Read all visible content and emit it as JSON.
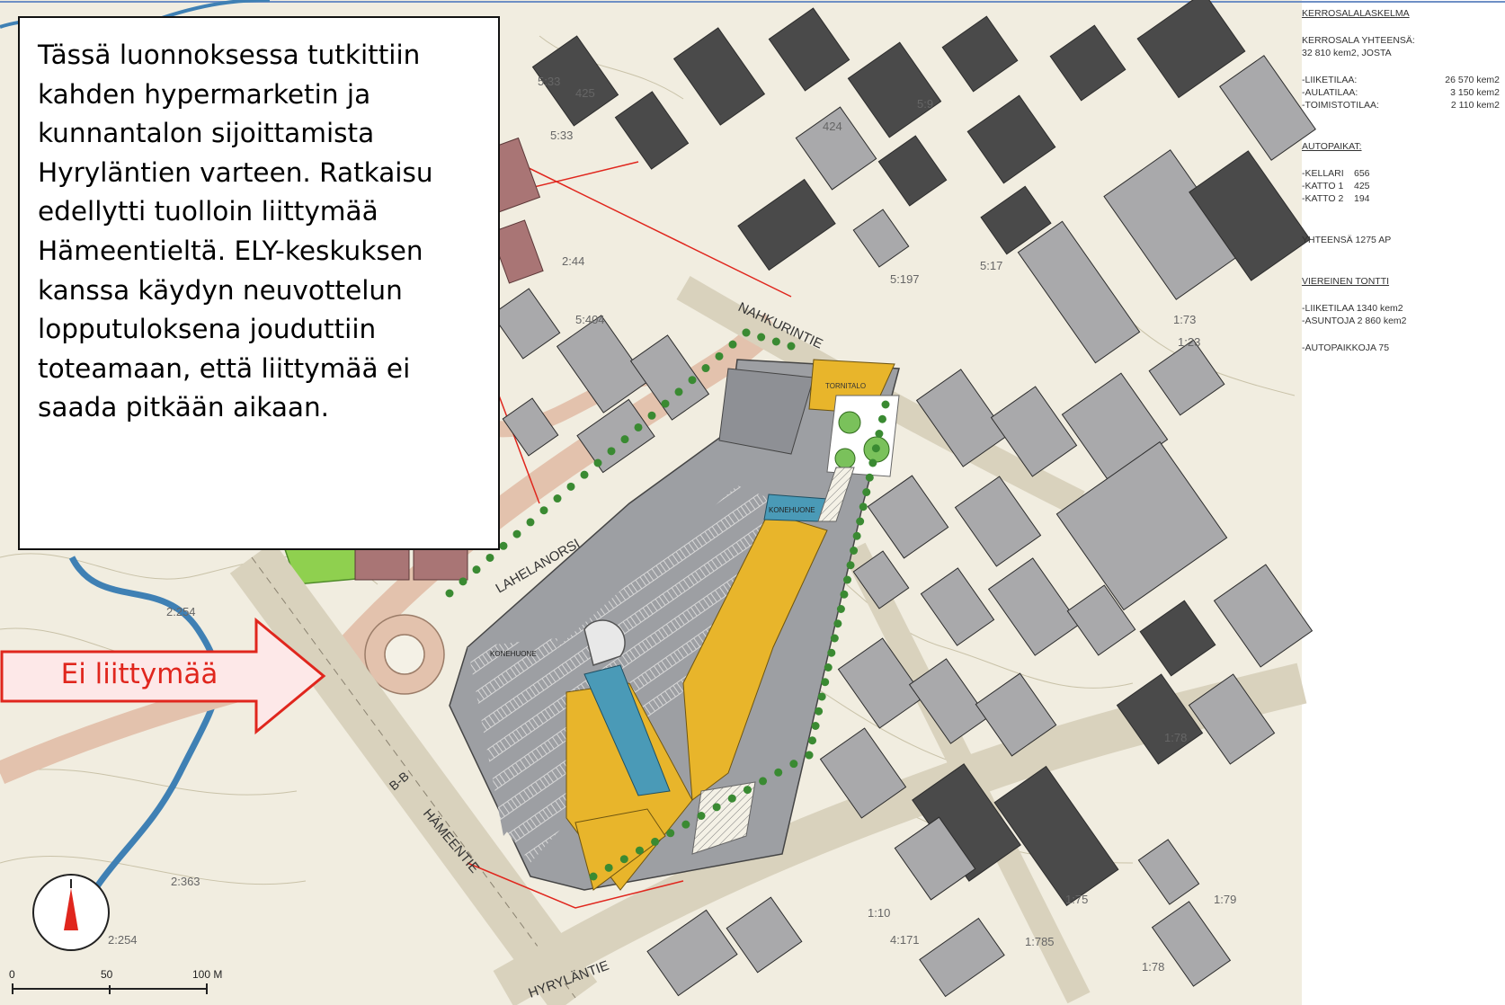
{
  "callout": {
    "text": "Tässä luonnoksessa tutkittiin kahden hypermarketin ja kunnantalon sijoittamista Hyryläntien varteen. Ratkaisu edellytti tuolloin liittymää Hämeentieltä. ELY-keskuksen kanssa käydyn neuvottelun lopputuloksena jouduttiin toteamaan, että liittymää ei saada pitkään aikaan."
  },
  "arrow": {
    "label": "Ei liittymää",
    "fill": "#fde8e8",
    "stroke": "#e0261d"
  },
  "panel": {
    "title": "KERROSALALASKELMA",
    "total_line1": "KERROSALA YHTEENSÄ:",
    "total_line2": "32 810 kem2, JOSTA",
    "areas": [
      {
        "label": "-LIIKETILAA:",
        "value": "26 570 kem2"
      },
      {
        "label": "-AULATILAA:",
        "value": "3 150 kem2"
      },
      {
        "label": "-TOIMISTOTILAA:",
        "value": "2 110 kem2"
      }
    ],
    "parking_title": "AUTOPAIKAT:",
    "parking": [
      {
        "label": "-KELLARI",
        "value": "656"
      },
      {
        "label": "-KATTO 1",
        "value": "425"
      },
      {
        "label": "-KATTO 2",
        "value": "194"
      }
    ],
    "parking_total": "YHTEENSÄ 1275 AP",
    "neighbor_title": "VIEREINEN TONTTI",
    "neighbor": [
      "-LIIKETILAA 1340 kem2",
      "-ASUNTOJA 2 860 kem2"
    ],
    "neighbor_parking": "-AUTOPAIKKOJA 75"
  },
  "map_labels": {
    "street_nahkurintie": "NAHKURINTIE",
    "street_lahelanorsi": "LAHELANORSI",
    "street_hameentie": "HÄMEENTIE",
    "street_hyrylantie": "HYRYLÄNTIE",
    "road_b": "B-B",
    "tornitalo": "TORNITALO",
    "konehuone1": "KONEHUONE",
    "konehuone2": "KONEHUONE",
    "plot_labels": [
      "5:33",
      "5:33",
      "424",
      "5:9",
      "2:44",
      "5:197",
      "5:404",
      "5:17",
      "1:23",
      "1:73",
      "2:254",
      "2:254",
      "2:363",
      "1:78",
      "1:75",
      "1:79",
      "1:10",
      "4:171",
      "1:785",
      "1:78",
      "425"
    ]
  },
  "scale_bar": {
    "t0": "0",
    "t50": "50",
    "t100": "100 M"
  },
  "colors": {
    "map_bg": "#f1ede0",
    "road": "#e3c2ad",
    "building_dark": "#4a4a4a",
    "building_light": "#a9a9ab",
    "mall_grey": "#9d9fa3",
    "mall_yellow": "#e8b52b",
    "mall_blue": "#4a9ab7",
    "tree": "#3a8a32",
    "river": "#3f80b4",
    "park": "#8fd04f"
  }
}
